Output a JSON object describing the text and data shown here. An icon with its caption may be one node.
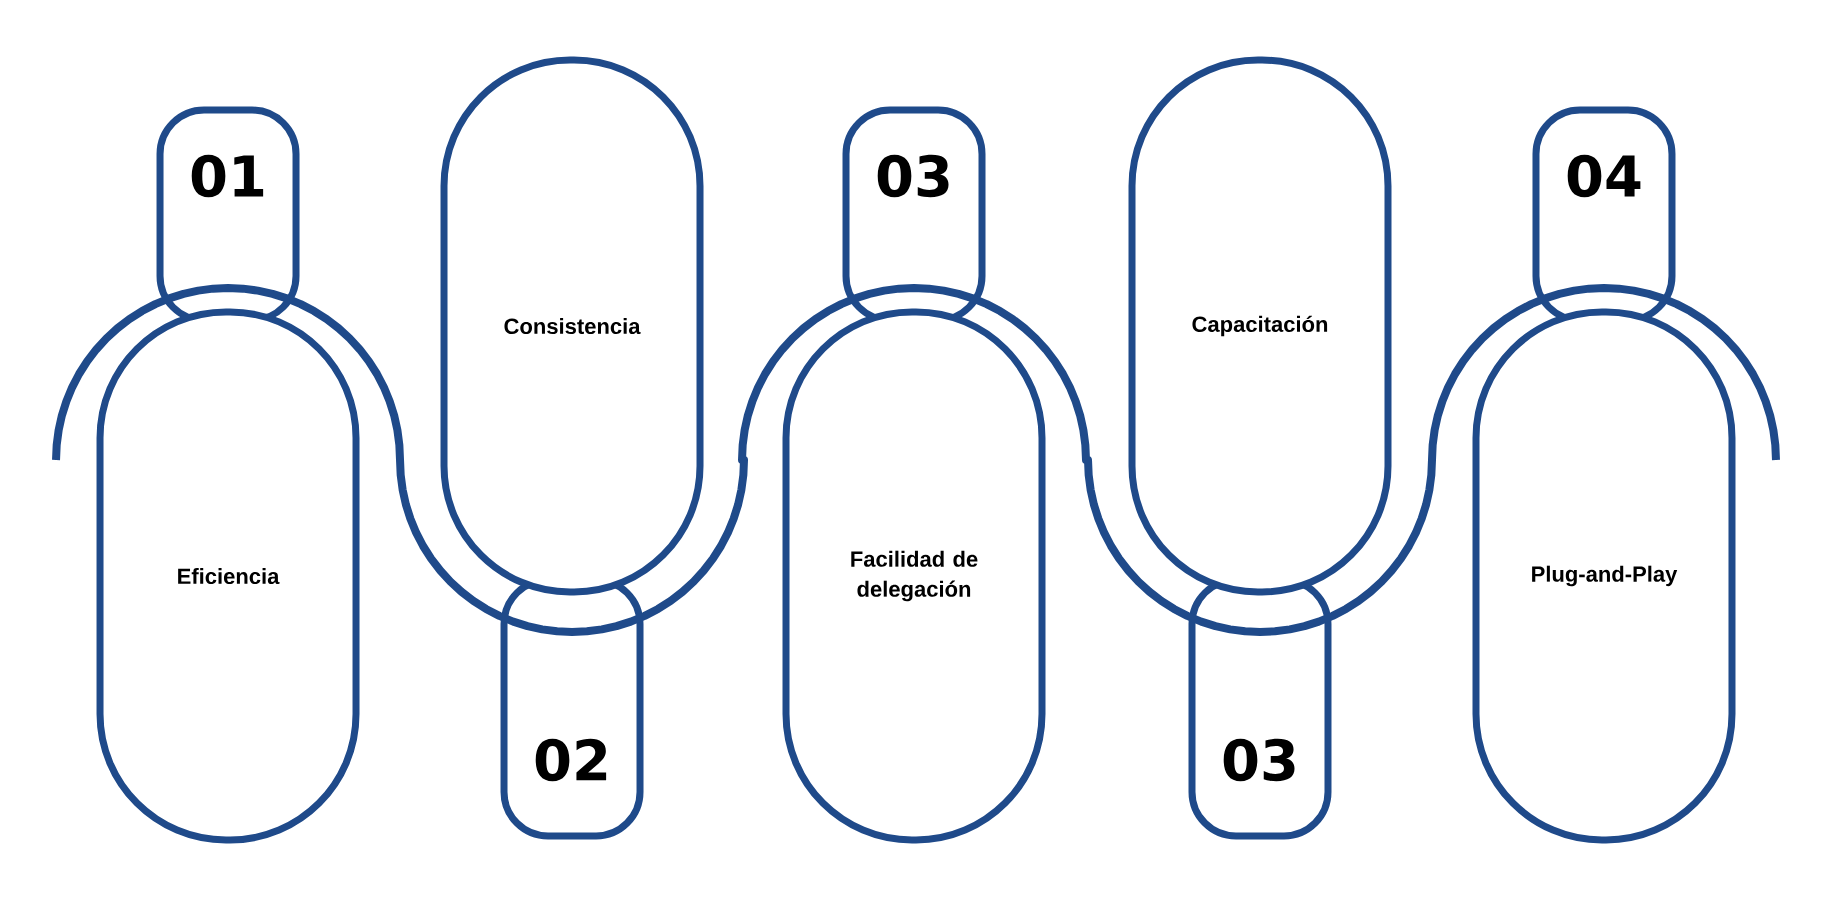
{
  "diagram": {
    "nodes": [
      {
        "text": [
          "Eficiencia"
        ]
      },
      {
        "text": [
          "01"
        ]
      },
      {
        "text": [
          "Consistencia"
        ]
      },
      {
        "text": [
          "02"
        ]
      },
      {
        "text": [
          "Facilidad de delegación"
        ]
      },
      {
        "text": [
          "03"
        ]
      },
      {
        "text": [
          "Capacitación"
        ]
      },
      {
        "text": [
          "03"
        ]
      },
      {
        "text": [
          "Plug-and-Play"
        ]
      },
      {
        "text": [
          "04"
        ]
      }
    ]
  }
}
